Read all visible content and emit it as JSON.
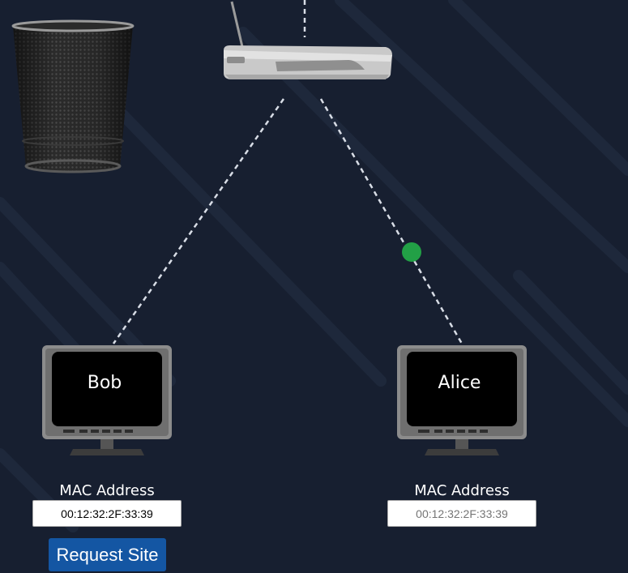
{
  "network": {
    "router_icon": "router-icon",
    "trash_icon": "trash-can-icon",
    "packet_color": "#22a046",
    "link_color": "#d8dde6"
  },
  "bob": {
    "name": "Bob",
    "mac_label": "MAC Address",
    "mac_value": "00:12:32:2F:33:39"
  },
  "alice": {
    "name": "Alice",
    "mac_label": "MAC Address",
    "mac_placeholder": "00:12:32:2F:33:39"
  },
  "actions": {
    "request_site_label": "Request Site"
  }
}
